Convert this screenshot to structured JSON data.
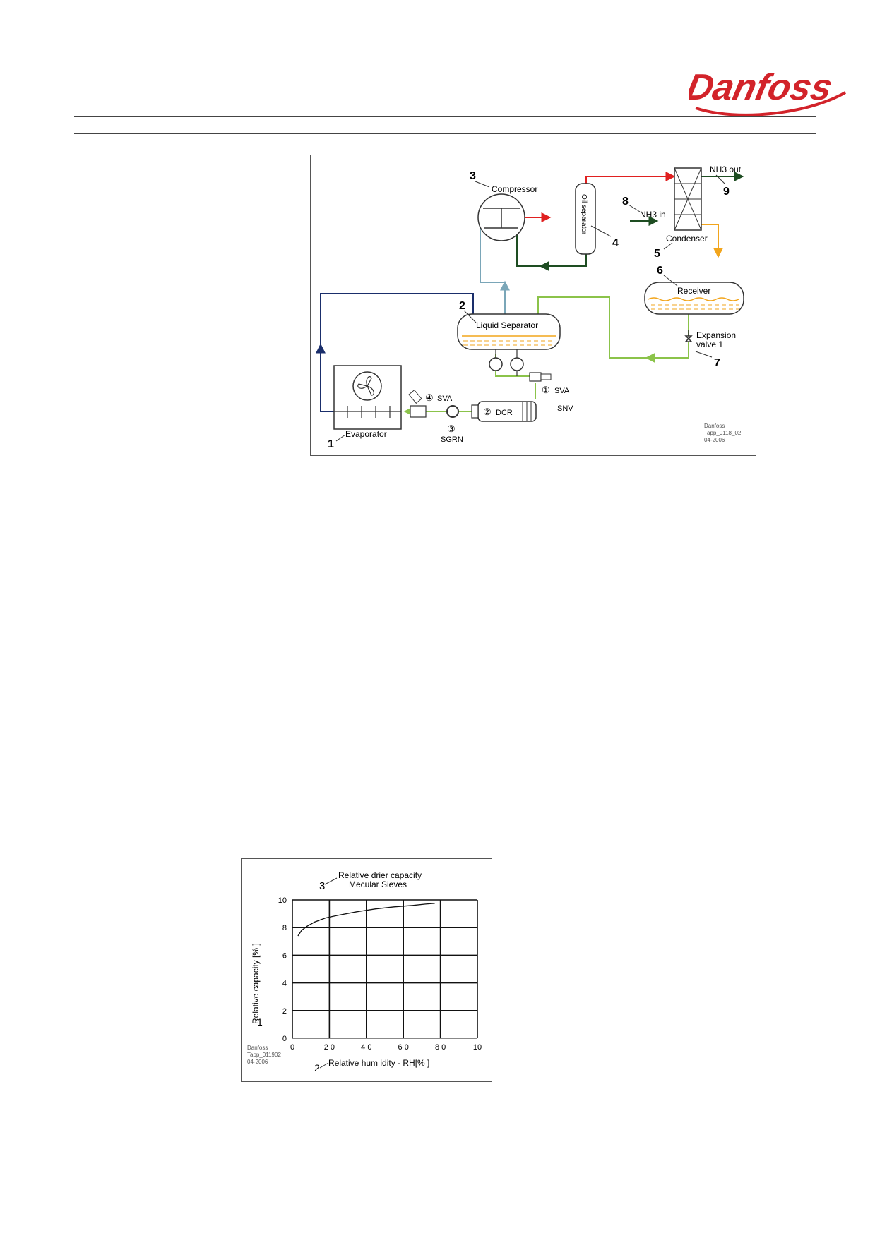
{
  "brand": {
    "name": "Danfoss",
    "color": "#d2232a"
  },
  "diagram": {
    "components": {
      "compressor": {
        "number": "3",
        "label": "Compressor"
      },
      "oil_separator": {
        "number": "4",
        "label": "Oil separator"
      },
      "condenser": {
        "number": "5",
        "label": "Condenser"
      },
      "receiver": {
        "number": "6",
        "label": "Receiver"
      },
      "expansion_valve": {
        "number": "7",
        "label_line1": "Expansion",
        "label_line2": "valve 1"
      },
      "nh3_in": {
        "number": "8",
        "label": "NH3 in"
      },
      "nh3_out": {
        "number": "9",
        "label": "NH3 out"
      },
      "liquid_separator": {
        "number": "2",
        "label": "Liquid Separator"
      },
      "evaporator": {
        "number": "1",
        "label": "Evaporator"
      }
    },
    "valves": {
      "sva1": {
        "marker": "①",
        "label": "SVA"
      },
      "dcr": {
        "marker": "②",
        "label": "DCR"
      },
      "sgrn": {
        "marker": "③",
        "label": "SGRN"
      },
      "sva4": {
        "marker": "④",
        "label": "SVA"
      },
      "snv": {
        "label": "SNV"
      }
    },
    "credit": {
      "line1": "Danfoss",
      "line2": "Tapp_0118_02",
      "line3": "04-2006"
    },
    "colors": {
      "discharge": "#e02020",
      "oil_return": "#1e4d22",
      "cooling_water": "#1e5f2a",
      "liquid": "#f2a51c",
      "liquid_feed": "#8bc34a",
      "suction": "#7aa6b8",
      "wet_return": "#1a2e6b"
    }
  },
  "chart": {
    "callouts": {
      "title": "3",
      "ylabel": "1",
      "xlabel": "2"
    },
    "credit": {
      "line1": "Danfoss",
      "line2": "Tapp_011902",
      "line3": "04-2006"
    }
  },
  "chart_data": {
    "type": "line",
    "title": "Relative drier capacity",
    "subtitle": "Mecular Sieves",
    "xlabel": "Relative hum idity - RH[% ]",
    "ylabel": "Relative capacity [% ]",
    "xlim": [
      0,
      100
    ],
    "ylim": [
      0,
      10
    ],
    "xticks": [
      "0",
      "2 0",
      "4 0",
      "6 0",
      "8 0",
      "10"
    ],
    "yticks": [
      "0",
      "2",
      "4",
      "6",
      "8",
      "10"
    ],
    "grid": true,
    "series": [
      {
        "x": [
          3,
          5,
          8,
          12,
          18,
          25,
          35,
          45,
          55,
          65,
          72,
          77
        ],
        "y": [
          7.4,
          7.8,
          8.1,
          8.4,
          8.7,
          8.9,
          9.15,
          9.35,
          9.5,
          9.6,
          9.7,
          9.75
        ]
      }
    ]
  }
}
